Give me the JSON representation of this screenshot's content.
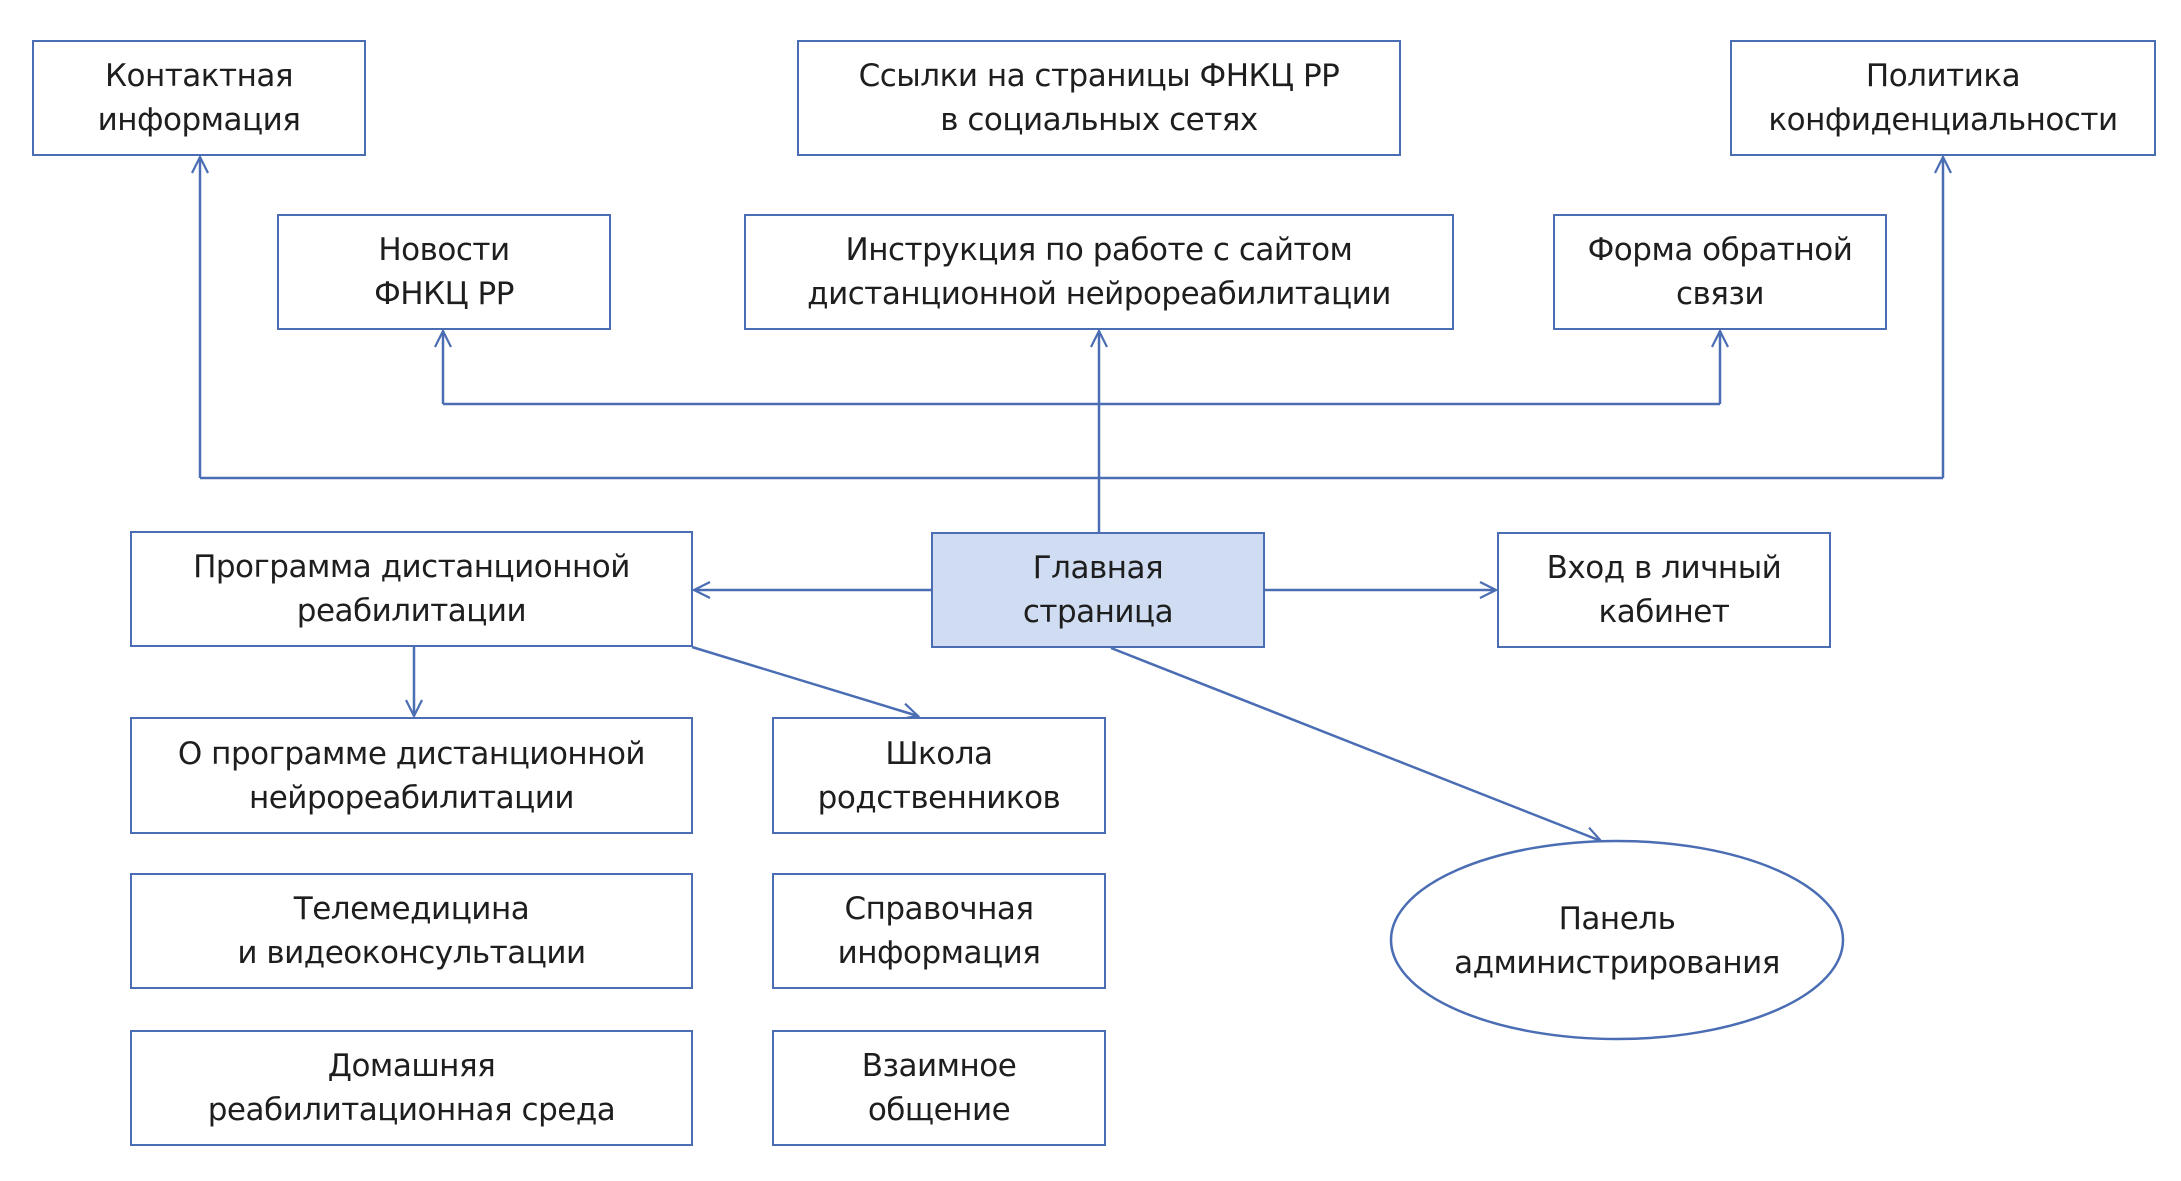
{
  "diagram": {
    "title": "",
    "colors": {
      "stroke": "#4a6db3",
      "main_fill": "#cfdcf1",
      "text": "#1e1e1e",
      "background": "#ffffff"
    },
    "nodes": {
      "contacts": {
        "label": "Контактная\nинформация"
      },
      "social": {
        "label": "Ссылки на страницы ФНКЦ РР\nв социальных сетях"
      },
      "privacy": {
        "label": "Политика\nконфиденциальности"
      },
      "news": {
        "label": "Новости\nФНКЦ РР"
      },
      "instructions": {
        "label": "Инструкция по работе с сайтом\nдистанционной нейрореабилитации"
      },
      "feedback": {
        "label": "Форма обратной\nсвязи"
      },
      "program": {
        "label": "Программа дистанционной\nреабилитации"
      },
      "home": {
        "label": "Главная\nстраница"
      },
      "login": {
        "label": "Вход в личный\nкабинет"
      },
      "about_program": {
        "label": "О программе дистанционной\nнейрореабилитации"
      },
      "relatives_school": {
        "label": "Школа\nродственников"
      },
      "telemedicine": {
        "label": "Телемедицина\nи видеоконсультации"
      },
      "reference": {
        "label": "Справочная\nинформация"
      },
      "home_environment": {
        "label": "Домашняя\nреабилитационная среда"
      },
      "communication": {
        "label": "Взаимное\nобщение"
      },
      "admin_panel": {
        "label": "Панель\nадминистрирования"
      }
    },
    "edges": [
      {
        "from": "home",
        "to": "instructions"
      },
      {
        "from": "home",
        "to": "news"
      },
      {
        "from": "home",
        "to": "feedback"
      },
      {
        "from": "home",
        "to": "contacts"
      },
      {
        "from": "home",
        "to": "privacy"
      },
      {
        "from": "home",
        "to": "program"
      },
      {
        "from": "home",
        "to": "login"
      },
      {
        "from": "home",
        "to": "admin_panel"
      },
      {
        "from": "program",
        "to": "about_program"
      },
      {
        "from": "program",
        "to": "relatives_school"
      }
    ]
  }
}
